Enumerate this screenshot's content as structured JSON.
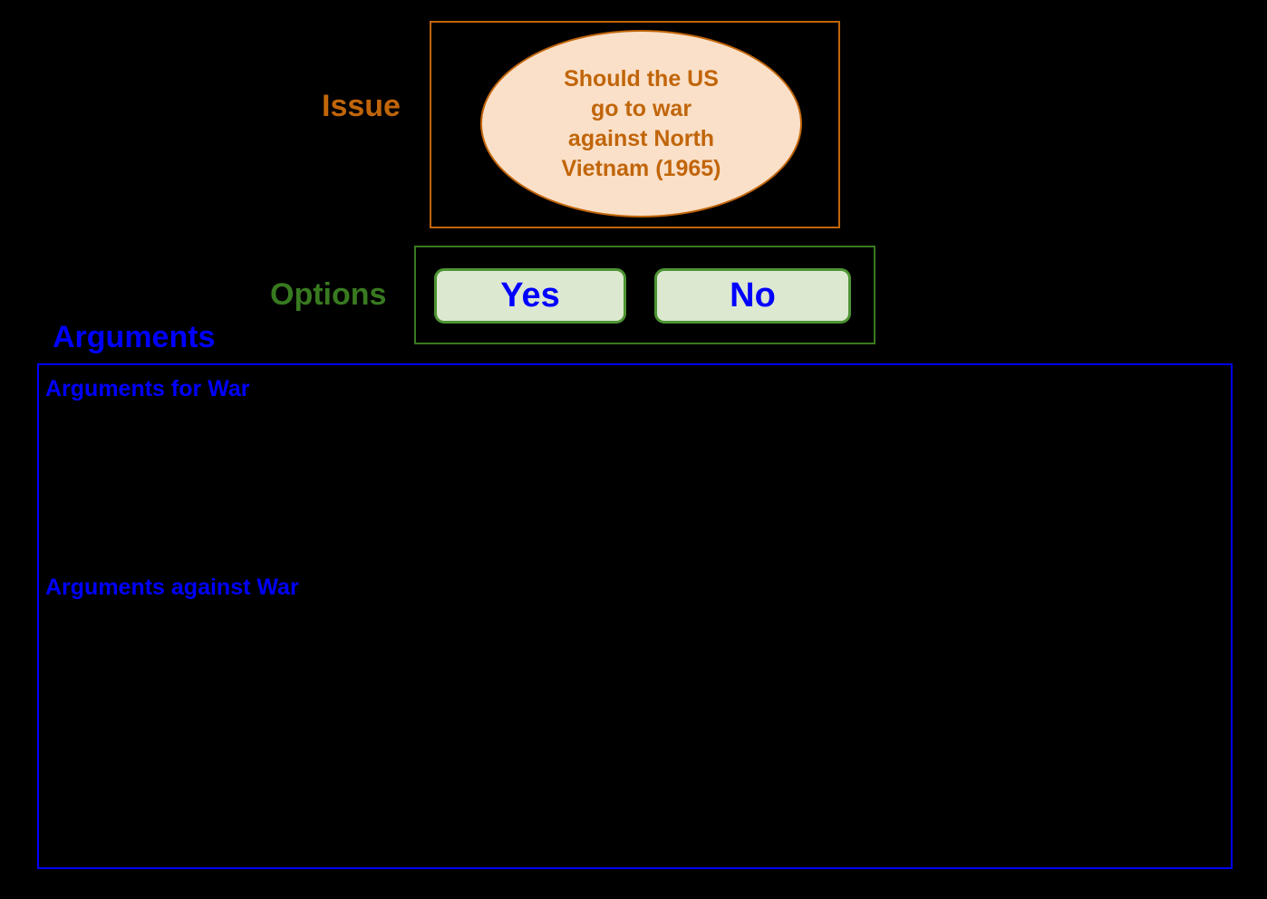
{
  "diagram": {
    "background_color": "#000000",
    "sections": {
      "issue": {
        "label": "Issue",
        "label_color": "#C1650A",
        "border_color": "#C1650A",
        "shape": "ellipse",
        "shape_fill": "#FAE0C8",
        "text": "Should the US\ngo to war\nagainst North\nVietnam (1965)"
      },
      "options": {
        "label": "Options",
        "label_color": "#387A20",
        "border_color": "#387A20",
        "button_fill": "#DCE8D0",
        "button_border": "#4E9434",
        "button_text_color": "#0000FF",
        "choices": [
          {
            "label": "Yes"
          },
          {
            "label": "No"
          }
        ]
      },
      "arguments": {
        "label": "Arguments",
        "label_color": "#0000FF",
        "border_color": "#0000FF",
        "groups": [
          {
            "heading": "Arguments for War",
            "items": []
          },
          {
            "heading": "Arguments against War",
            "items": []
          }
        ]
      }
    }
  }
}
